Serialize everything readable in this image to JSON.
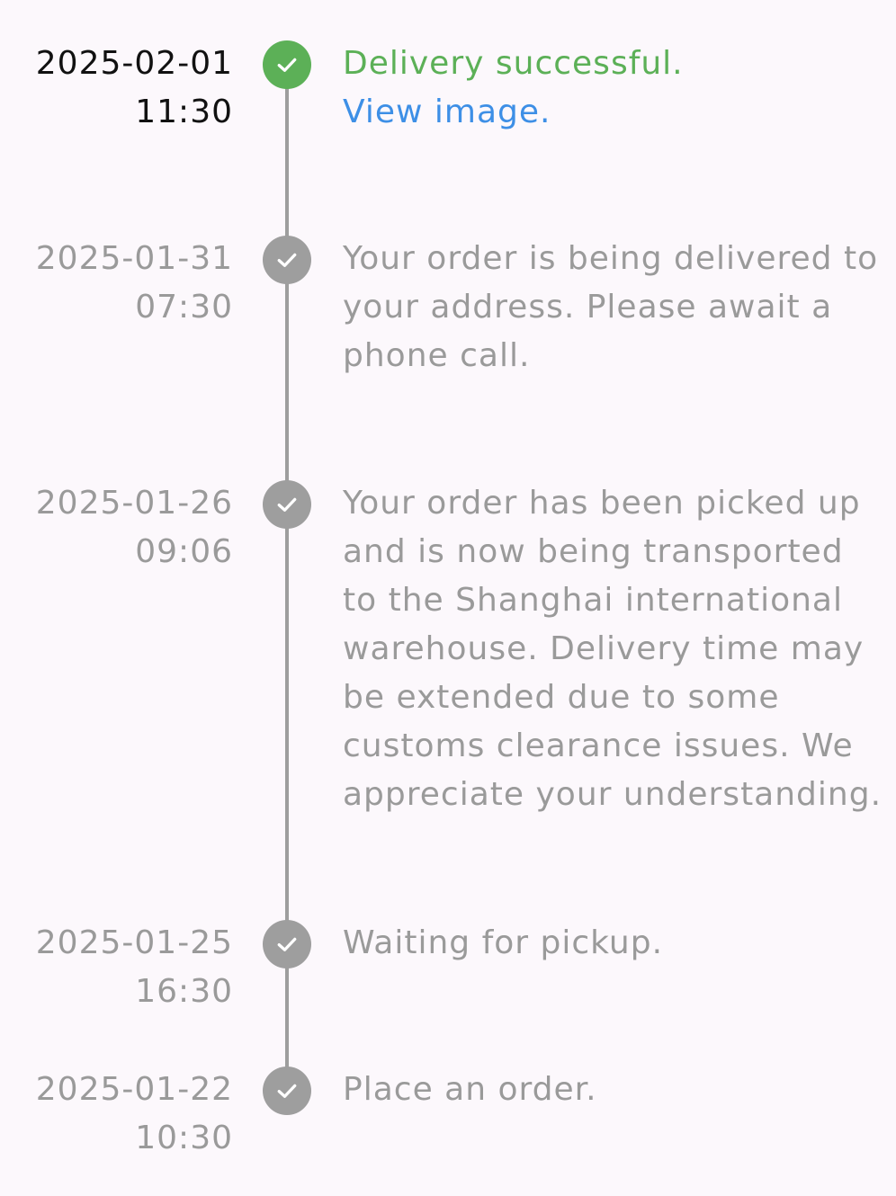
{
  "timeline": {
    "events": [
      {
        "date": "2025-02-01",
        "time": "11:30",
        "message": "Delivery successful.",
        "link": "View image.",
        "status": "completed-active"
      },
      {
        "date": "2025-01-31",
        "time": "07:30",
        "message": "Your order is being delivered to your address. Please await a phone call.",
        "status": "completed"
      },
      {
        "date": "2025-01-26",
        "time": "09:06",
        "message": "Your order has been picked up and is now being transported to the Shanghai international warehouse. Delivery time may be extended due to some customs clearance issues. We appreciate your understanding.",
        "status": "completed"
      },
      {
        "date": "2025-01-25",
        "time": "16:30",
        "message": "Waiting for pickup.",
        "status": "completed"
      },
      {
        "date": "2025-01-22",
        "time": "10:30",
        "message": "Place an order.",
        "status": "completed"
      }
    ]
  },
  "colors": {
    "active": "#5cb057",
    "inactive": "#9e9e9e",
    "link": "#3d8fe6",
    "background": "#fcf8fc"
  },
  "icons": {
    "status": "check-icon"
  }
}
